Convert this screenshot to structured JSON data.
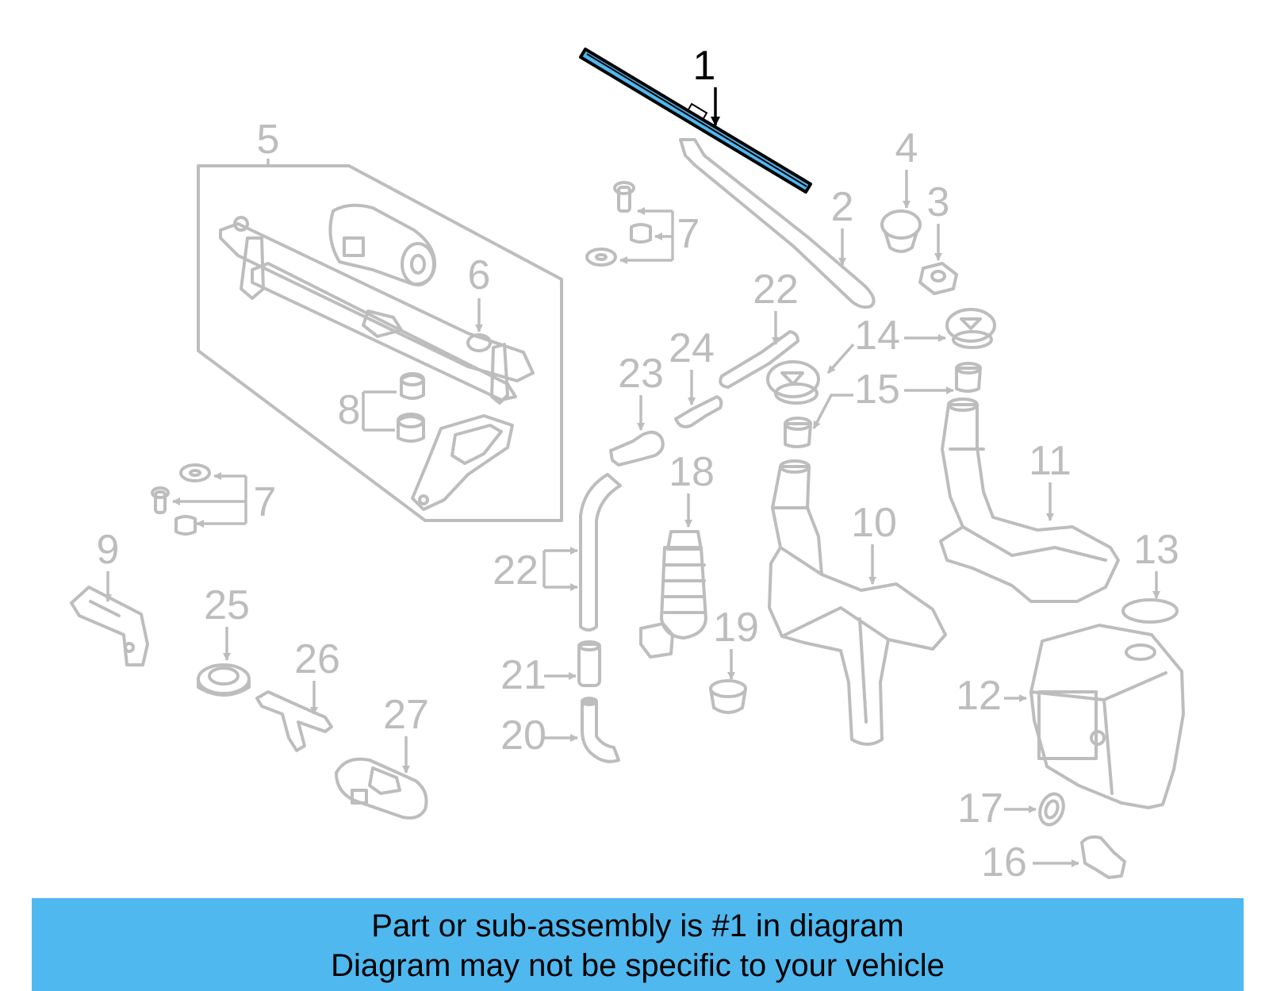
{
  "highlight_color": "#4fb8ef",
  "callouts": {
    "c1": "1",
    "c2": "2",
    "c3": "3",
    "c4": "4",
    "c5": "5",
    "c6": "6",
    "c7a": "7",
    "c7b": "7",
    "c8": "8",
    "c9": "9",
    "c10": "10",
    "c11": "11",
    "c12": "12",
    "c13": "13",
    "c14": "14",
    "c15": "15",
    "c16": "16",
    "c17": "17",
    "c18": "18",
    "c19": "19",
    "c20": "20",
    "c21": "21",
    "c22a": "22",
    "c22b": "22",
    "c23": "23",
    "c24": "24",
    "c25": "25",
    "c26": "26",
    "c27": "27"
  },
  "banner": {
    "line1": "Part or sub-assembly is #1 in diagram",
    "line2": "Diagram may not be specific to your vehicle"
  }
}
